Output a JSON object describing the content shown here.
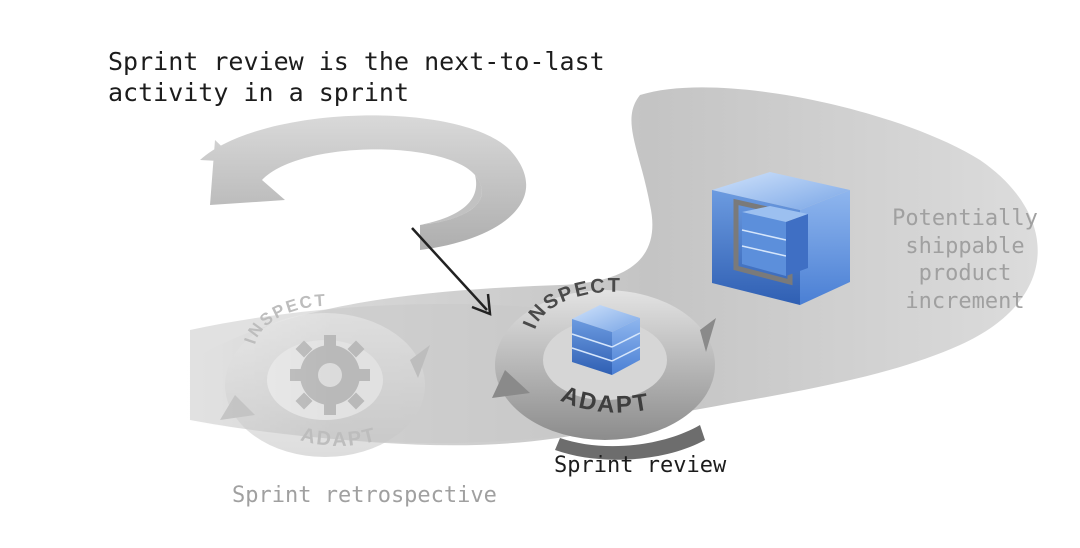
{
  "title": {
    "line1": "Sprint review is the next-to-last",
    "line2": "activity in a sprint"
  },
  "increment_label": {
    "line1": "Potentially",
    "line2": "shippable product",
    "line3": "increment"
  },
  "review_cycle": {
    "top_label": "INSPECT",
    "bottom_label": "ADAPT",
    "caption": "Sprint review"
  },
  "retro_cycle": {
    "top_label": "INSPECT",
    "bottom_label": "ADAPT",
    "caption": "Sprint retrospective"
  },
  "colors": {
    "ribbon": "#cfcfcf",
    "ribbon_dark": "#b5b5b5",
    "cube_blue": "#4a7fd4",
    "cube_light": "#9cc0f0",
    "caption_dark": "#1c1c1c",
    "caption_gray": "#a0a0a0"
  }
}
